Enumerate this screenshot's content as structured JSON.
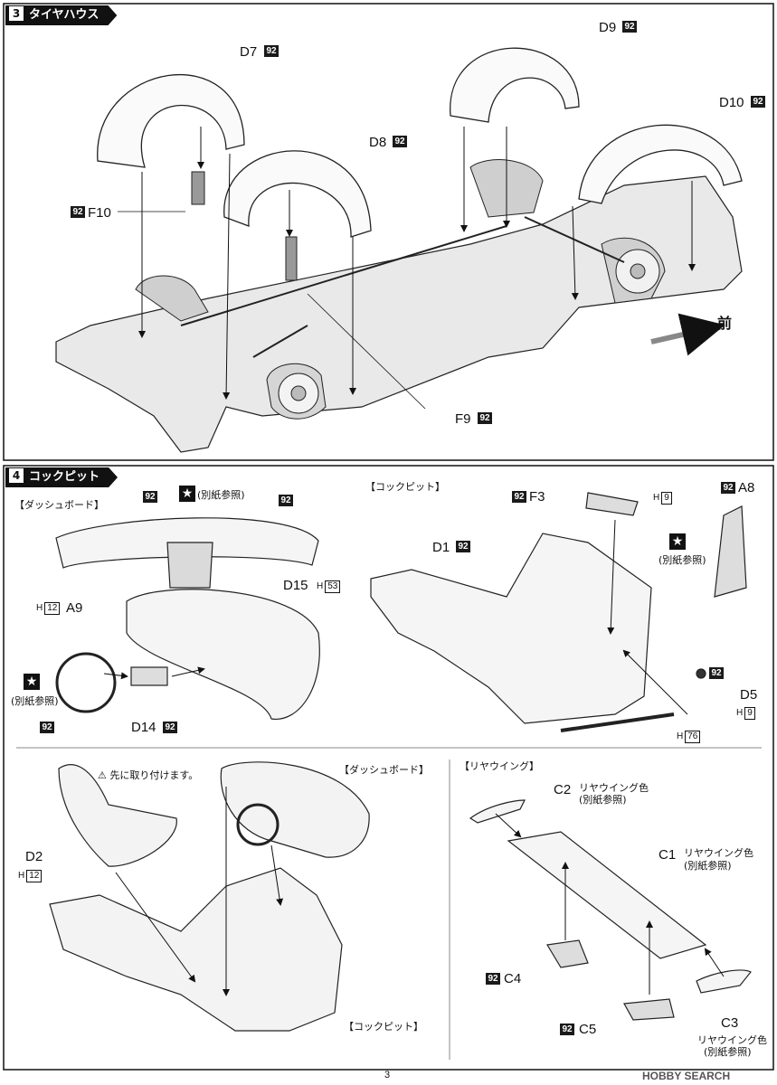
{
  "sections": {
    "tire_house": {
      "number": "3",
      "title": "タイヤハウス"
    },
    "cockpit": {
      "number": "4",
      "title": "コックピット"
    }
  },
  "page_number": "3",
  "watermark": "HOBBY SEARCH",
  "paint_code": "92",
  "labels": {
    "d7": "D7",
    "d8": "D8",
    "d9": "D9",
    "d10": "D10",
    "f10": "F10",
    "f9": "F9",
    "front": "前",
    "dashboard_title": "【ダッシュボード】",
    "see_other": "(別紙参照)",
    "cockpit_title": "【コックピット】",
    "f3": "F3",
    "h9": "9",
    "a8": "A8",
    "d1": "D1",
    "d15": "D15",
    "h53": "53",
    "h12": "12",
    "a9": "A9",
    "d14": "D14",
    "d5": "D5",
    "h76": "76",
    "attach_first": "先に取り付けます。",
    "d2": "D2",
    "dashboard_title2": "【ダッシュボード】",
    "cockpit_title2": "【コックピット】",
    "rear_wing_title": "【リヤウイング】",
    "c2": "C2",
    "c1": "C1",
    "c3": "C3",
    "c4": "C4",
    "c5": "C5",
    "wing_color": "リヤウイング色",
    "h_letter": "H"
  },
  "icons": [
    "star-icon",
    "warning-icon",
    "arrow-icon"
  ]
}
